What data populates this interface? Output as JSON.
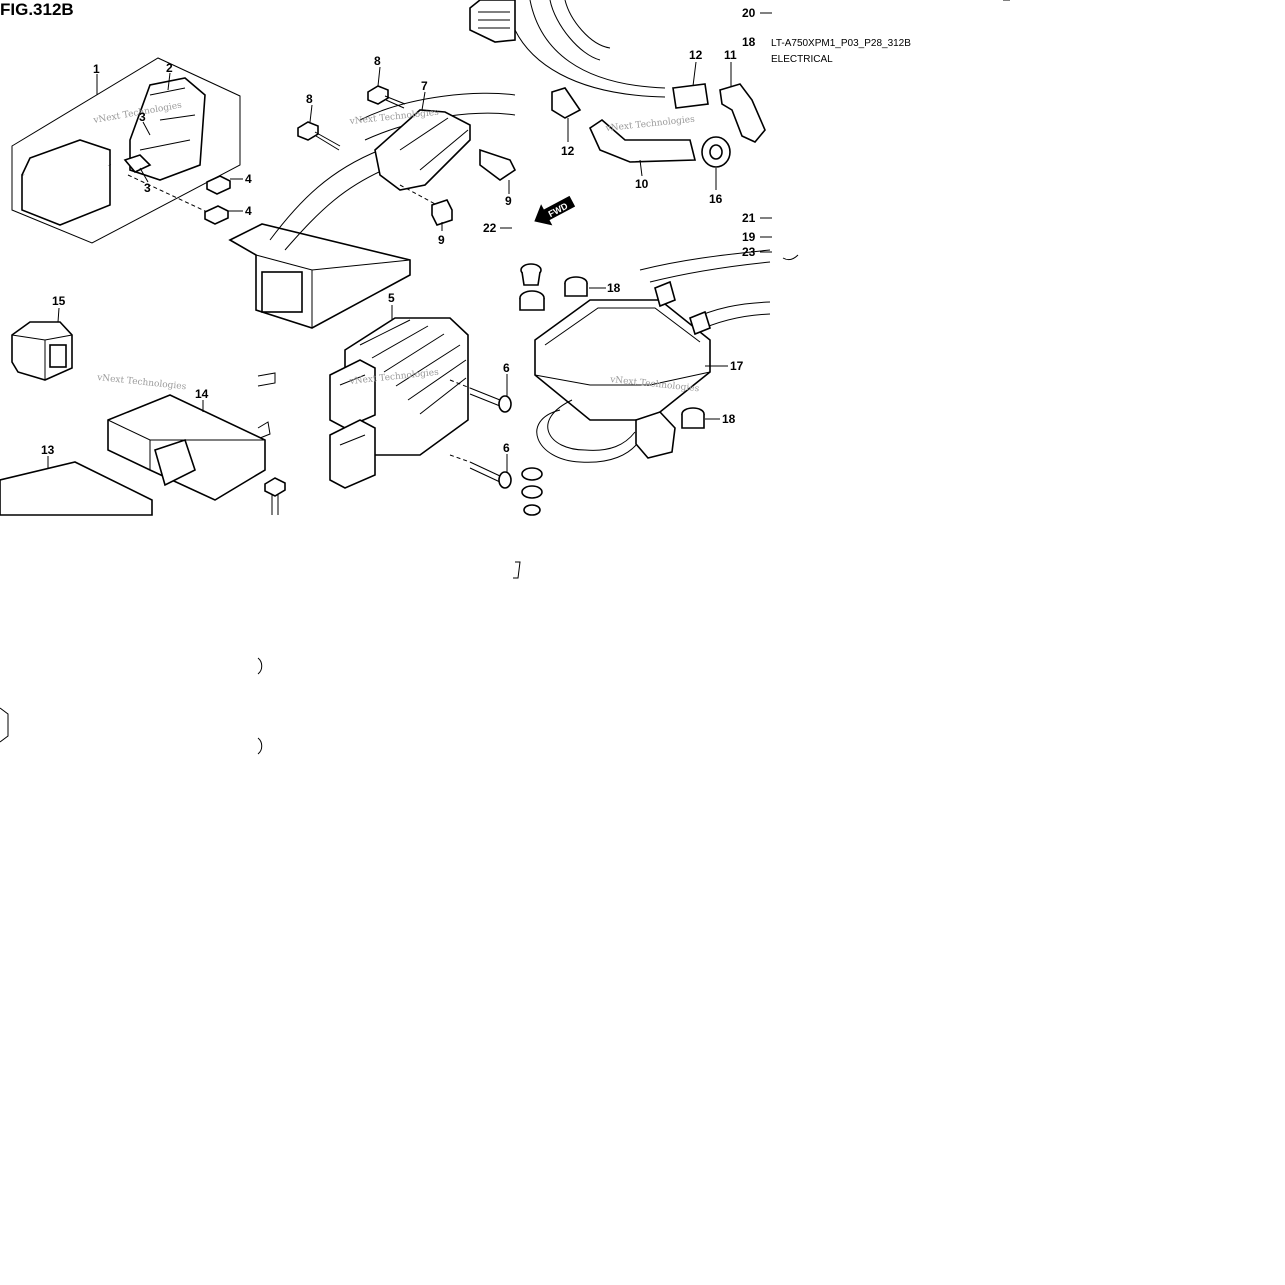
{
  "figure": {
    "title": "FIG.312B",
    "model_code": "LT-A750XPM1_P03_P28_312B",
    "group": "ELECTRICAL"
  },
  "watermark": "vNext Technologies",
  "fwd_label": "FWD",
  "callouts": {
    "c1": "1",
    "c2": "2",
    "c3a": "3",
    "c3b": "3",
    "c4a": "4",
    "c4b": "4",
    "c5": "5",
    "c6a": "6",
    "c6b": "6",
    "c7": "7",
    "c8a": "8",
    "c8b": "8",
    "c9a": "9",
    "c9b": "9",
    "c10": "10",
    "c11": "11",
    "c12a": "12",
    "c12b": "12",
    "c13": "13",
    "c14": "14",
    "c15": "15",
    "c16": "16",
    "c17": "17",
    "c18a": "18",
    "c18b": "18",
    "c18c": "18",
    "c19": "19",
    "c20": "20",
    "c21": "21",
    "c22": "22",
    "c23": "23"
  }
}
